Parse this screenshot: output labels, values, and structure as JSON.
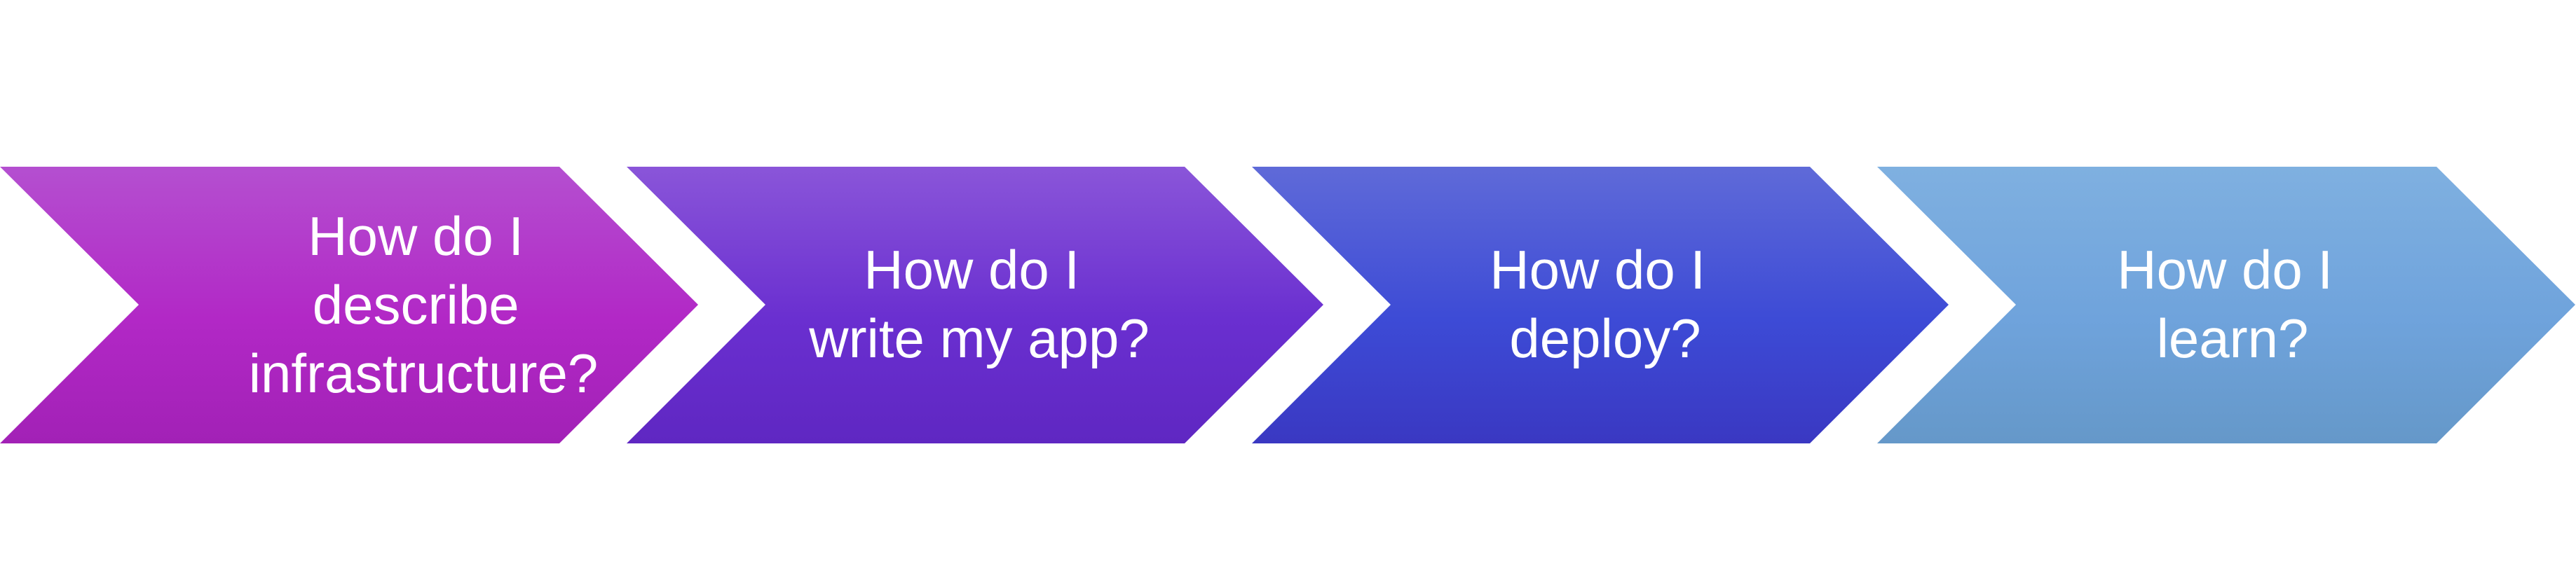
{
  "steps": [
    {
      "lines": [
        "How do I",
        "describe",
        "infrastructure?"
      ],
      "gradient": [
        "#b44fd0",
        "#b228c6",
        "#a221b6"
      ]
    },
    {
      "lines": [
        "How do I",
        "write my app?"
      ],
      "gradient": [
        "#8a55d9",
        "#6a2fd0",
        "#5f27c2"
      ]
    },
    {
      "lines": [
        "How do I",
        "deploy?"
      ],
      "gradient": [
        "#5f6ad8",
        "#3d4bd6",
        "#3a38c2"
      ]
    },
    {
      "lines": [
        "How do I",
        "learn?"
      ],
      "gradient": [
        "#7fb0e0",
        "#6fa3dc",
        "#6598c9"
      ]
    }
  ]
}
